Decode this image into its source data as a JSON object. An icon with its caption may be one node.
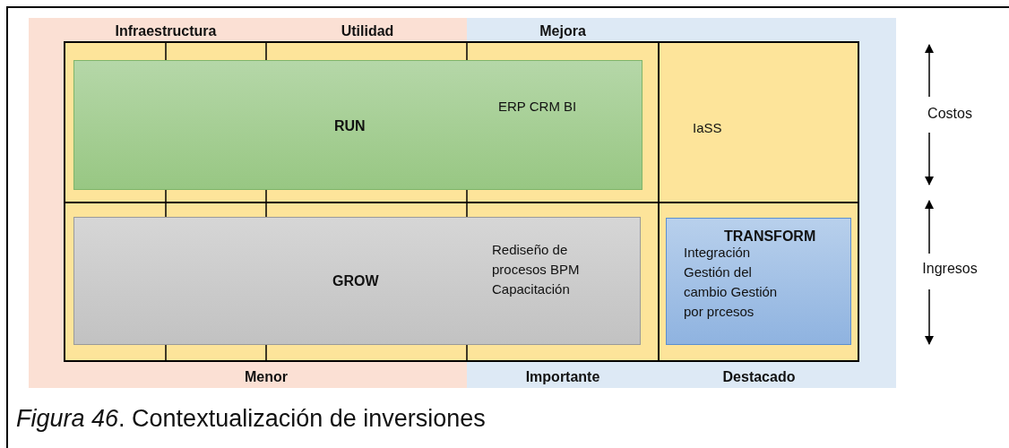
{
  "diagram": {
    "caption": "*Figura 46*. Contextualización de inversiones",
    "nodes": [
      {
        "text": [
          "RUN",
          "ERP CRM BI"
        ]
      },
      {
        "text": [
          "IaSS"
        ]
      },
      {
        "text": [
          "GROW",
          "Rediseño de procesos BPM Capacitación"
        ]
      },
      {
        "text": [
          "TRANSFORM",
          "Integración Gestión del cambio Gestión por prcesos"
        ]
      }
    ],
    "edges": [],
    "labels": [
      "Infraestructura",
      "Utilidad",
      "Mejora",
      "Costos",
      "Ingresos",
      "Menor",
      "Importante",
      "Destacado"
    ]
  }
}
